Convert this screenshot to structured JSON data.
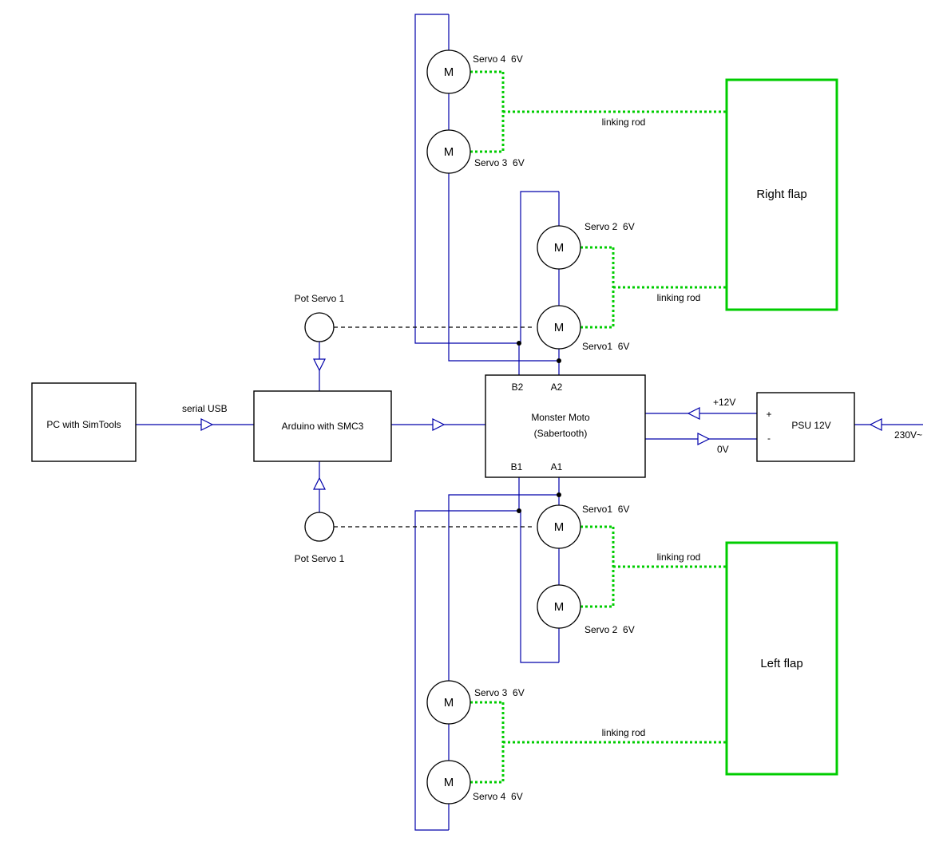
{
  "colors": {
    "wire_blue": "#0000AA",
    "rod_green": "#00CC00"
  },
  "boxes": {
    "pc": "PC with SimTools",
    "arduino": "Arduino with SMC3",
    "monster_moto_line1": "Monster Moto",
    "monster_moto_line2": "(Sabertooth)",
    "psu": "PSU 12V",
    "psu_plus": "+",
    "psu_minus": "-",
    "right_flap": "Right flap",
    "left_flap": "Left flap"
  },
  "pins": {
    "b2": "B2",
    "a2": "A2",
    "b1": "B1",
    "a1": "A1"
  },
  "wire_labels": {
    "serial_usb": "serial USB",
    "v12": "+12V",
    "v0": "0V",
    "mains": "230V~"
  },
  "pots": {
    "top": "Pot Servo 1",
    "bottom": "Pot Servo 1"
  },
  "servos": {
    "motor_letter": "M",
    "top_s4": "Servo 4  6V",
    "top_s3": "Servo 3  6V",
    "top_s2": "Servo 2  6V",
    "top_s1": "Servo1  6V",
    "bottom_s1": "Servo1  6V",
    "bottom_s2": "Servo 2  6V",
    "bottom_s3": "Servo 3  6V",
    "bottom_s4": "Servo 4  6V"
  },
  "linking_rods": {
    "top": "linking rod",
    "right_mid": "linking rod",
    "left_mid": "linking rod",
    "bottom": "linking rod"
  }
}
